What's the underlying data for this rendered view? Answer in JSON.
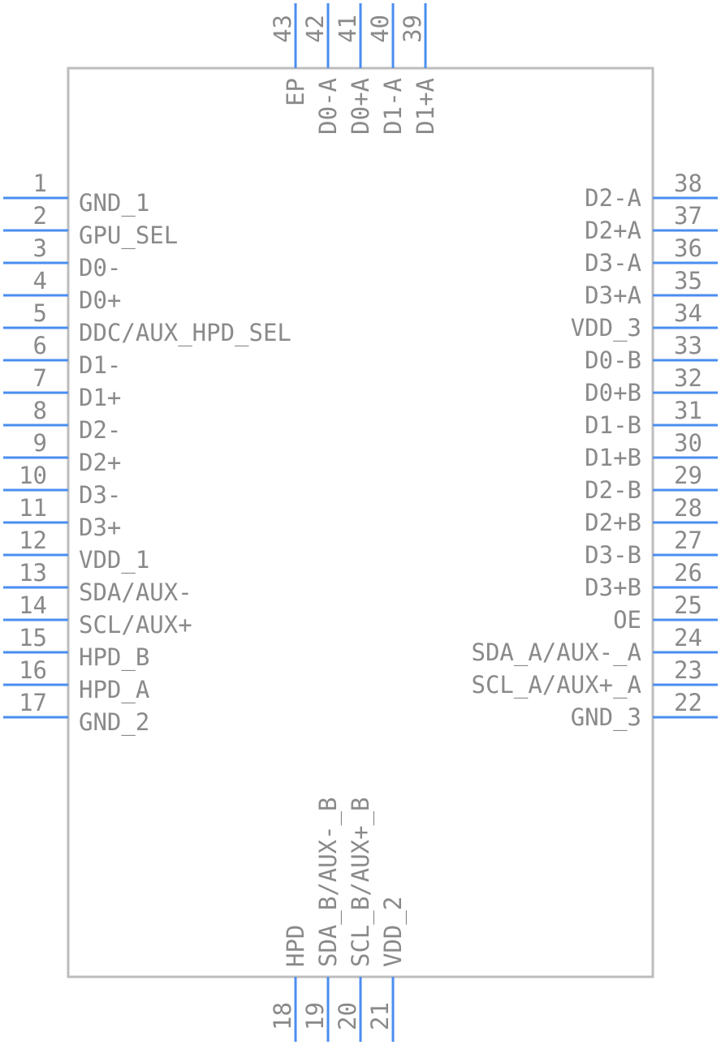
{
  "component": {
    "left_pins": [
      {
        "number": "1",
        "name": "GND_1"
      },
      {
        "number": "2",
        "name": "GPU_SEL"
      },
      {
        "number": "3",
        "name": "D0-"
      },
      {
        "number": "4",
        "name": "D0+"
      },
      {
        "number": "5",
        "name": "DDC/AUX_HPD_SEL"
      },
      {
        "number": "6",
        "name": "D1-"
      },
      {
        "number": "7",
        "name": "D1+"
      },
      {
        "number": "8",
        "name": "D2-"
      },
      {
        "number": "9",
        "name": "D2+"
      },
      {
        "number": "10",
        "name": "D3-"
      },
      {
        "number": "11",
        "name": "D3+"
      },
      {
        "number": "12",
        "name": "VDD_1"
      },
      {
        "number": "13",
        "name": "SDA/AUX-"
      },
      {
        "number": "14",
        "name": "SCL/AUX+"
      },
      {
        "number": "15",
        "name": "HPD_B"
      },
      {
        "number": "16",
        "name": "HPD_A"
      },
      {
        "number": "17",
        "name": "GND_2"
      }
    ],
    "right_pins": [
      {
        "number": "38",
        "name": "D2-A"
      },
      {
        "number": "37",
        "name": "D2+A"
      },
      {
        "number": "36",
        "name": "D3-A"
      },
      {
        "number": "35",
        "name": "D3+A"
      },
      {
        "number": "34",
        "name": "VDD_3"
      },
      {
        "number": "33",
        "name": "D0-B"
      },
      {
        "number": "32",
        "name": "D0+B"
      },
      {
        "number": "31",
        "name": "D1-B"
      },
      {
        "number": "30",
        "name": "D1+B"
      },
      {
        "number": "29",
        "name": "D2-B"
      },
      {
        "number": "28",
        "name": "D2+B"
      },
      {
        "number": "27",
        "name": "D3-B"
      },
      {
        "number": "26",
        "name": "D3+B"
      },
      {
        "number": "25",
        "name": "OE"
      },
      {
        "number": "24",
        "name": "SDA_A/AUX-_A"
      },
      {
        "number": "23",
        "name": "SCL_A/AUX+_A"
      },
      {
        "number": "22",
        "name": "GND_3"
      }
    ],
    "top_pins": [
      {
        "number": "43",
        "name": "EP"
      },
      {
        "number": "42",
        "name": "D0-A"
      },
      {
        "number": "41",
        "name": "D0+A"
      },
      {
        "number": "40",
        "name": "D1-A"
      },
      {
        "number": "39",
        "name": "D1+A"
      }
    ],
    "bottom_pins": [
      {
        "number": "18",
        "name": "HPD"
      },
      {
        "number": "19",
        "name": "SDA_B/AUX-_B"
      },
      {
        "number": "20",
        "name": "SCL_B/AUX+_B"
      },
      {
        "number": "21",
        "name": "VDD_2"
      }
    ]
  }
}
